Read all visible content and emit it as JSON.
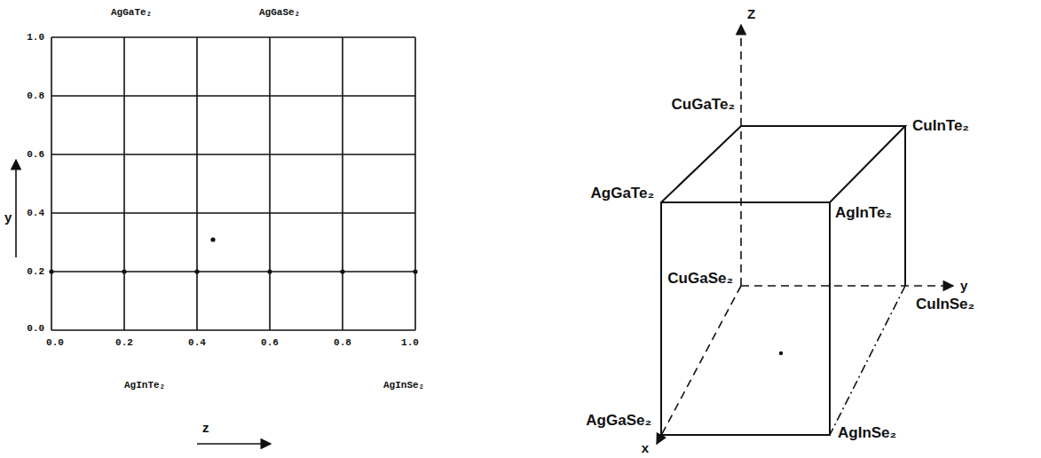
{
  "diagram": {
    "labels": [
      "AgGaTe₂",
      "AgGaSe₂",
      "1.0",
      "0.8",
      "0.6",
      "0.4",
      "0.2",
      "0.0",
      "0.0",
      "0.2",
      "0.4",
      "0.6",
      "0.8",
      "1.0",
      "y",
      "AgInTe₂",
      "AgInSe₂",
      "z",
      "Z",
      "CuGaTe₂",
      "CuInTe₂",
      "AgGaTe₂",
      "AgInTe₂",
      "CuGaSe₂",
      "y",
      "CuInSe₂",
      "AgGaSe₂",
      "AgInSe₂",
      "x"
    ]
  }
}
